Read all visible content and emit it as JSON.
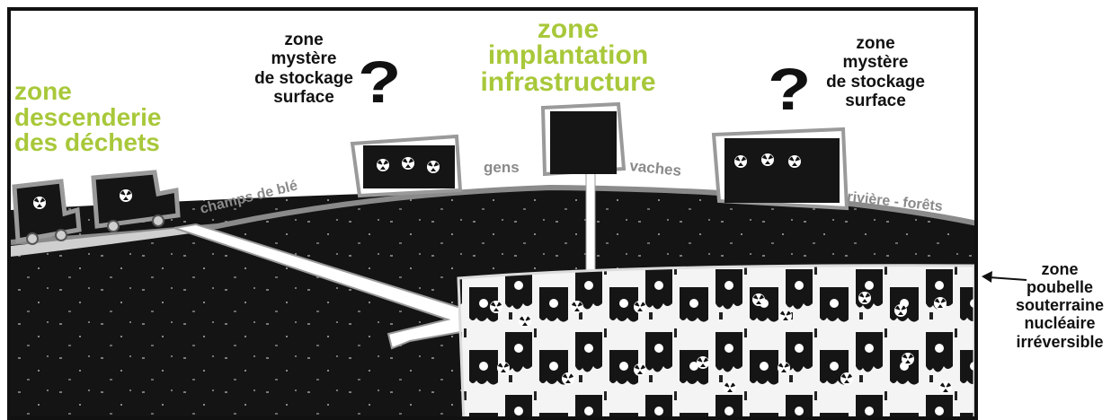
{
  "labels": {
    "zone_descenderie": [
      "zone",
      "descenderie",
      "des déchets"
    ],
    "zone_implantation": [
      "zone",
      "implantation",
      "infrastructure"
    ],
    "zone_mystere_left": [
      "zone",
      "mystère",
      "de stockage",
      "surface"
    ],
    "zone_mystere_right": [
      "zone",
      "mystère",
      "de stockage",
      "surface"
    ],
    "zone_poubelle": [
      "zone",
      "poubelle",
      "souterraine",
      "nucléaire",
      "irréversible"
    ],
    "question_mark": "?",
    "champs": "champs de blé",
    "gens": "gens",
    "vaches": "vaches",
    "riviere": "rivière - forêts"
  },
  "colors": {
    "accent_green": "#a8c83a",
    "ink": "#111111",
    "soil": "#141414",
    "label_gray": "#8a8a8a"
  },
  "icons": [
    "radioactive-icon",
    "truck-icon",
    "question-mark-icon"
  ]
}
